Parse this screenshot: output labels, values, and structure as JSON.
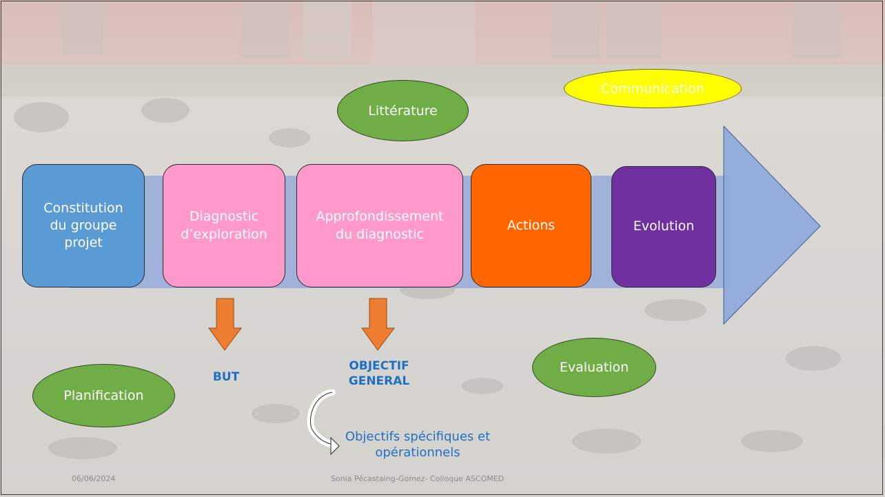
{
  "colors": {
    "blue_box": "#5b9bd5",
    "pink_box": "#ff99cc",
    "orange_box": "#ff6600",
    "purple_box": "#7030a0",
    "band": "#9aaed9",
    "ellipse_green": "#70ad47",
    "ellipse_yellow": "#ffff00",
    "down_arrow": "#ed7d31",
    "label_blue": "#1f6fc5"
  },
  "steps": [
    {
      "label": "Constitution\ndu groupe\nprojet"
    },
    {
      "label": "Diagnostic\nd’exploration"
    },
    {
      "label": "Approfondissement\ndu diagnostic"
    },
    {
      "label": "Actions"
    },
    {
      "label": "Evolution"
    }
  ],
  "ellipses": {
    "litterature": "Littérature",
    "communication": "Communication",
    "planification": "Planification",
    "evaluation": "Evaluation"
  },
  "labels": {
    "but": "BUT",
    "objectif_general": "OBJECTIF\nGENERAL",
    "objectifs_specifiques": "Objectifs spécifiques et\nopérationnels"
  },
  "footer": {
    "date": "06/06/2024",
    "author": "Sonia Pécastaing-Gomez- Colloque ASCOMED"
  }
}
